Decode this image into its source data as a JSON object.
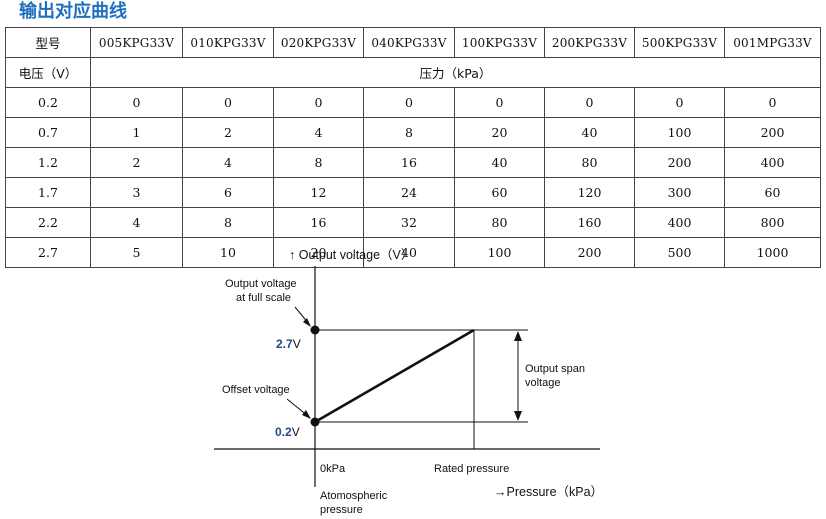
{
  "title": "输出对应曲线",
  "table": {
    "header_label": "型号",
    "models": [
      "005KPG33V",
      "010KPG33V",
      "020KPG33V",
      "040KPG33V",
      "100KPG33V",
      "200KPG33V",
      "500KPG33V",
      "001MPG33V"
    ],
    "voltage_label": "电压（V）",
    "pressure_label": "压力（kPa）",
    "rows": [
      {
        "v": "0.2",
        "p": [
          "0",
          "0",
          "0",
          "0",
          "0",
          "0",
          "0",
          "0"
        ]
      },
      {
        "v": "0.7",
        "p": [
          "1",
          "2",
          "4",
          "8",
          "20",
          "40",
          "100",
          "200"
        ]
      },
      {
        "v": "1.2",
        "p": [
          "2",
          "4",
          "8",
          "16",
          "40",
          "80",
          "200",
          "400"
        ]
      },
      {
        "v": "1.7",
        "p": [
          "3",
          "6",
          "12",
          "24",
          "60",
          "120",
          "300",
          "60"
        ]
      },
      {
        "v": "2.2",
        "p": [
          "4",
          "8",
          "16",
          "32",
          "80",
          "160",
          "400",
          "800"
        ]
      },
      {
        "v": "2.7",
        "p": [
          "5",
          "10",
          "20",
          "40",
          "100",
          "200",
          "500",
          "1000"
        ]
      }
    ]
  },
  "diagram": {
    "y_axis_label": "↑ Output voltage（V）",
    "x_axis_label": "→Pressure（kPa）",
    "full_scale_label_1": "Output voltage",
    "full_scale_label_2": "at full scale",
    "offset_label": "Offset voltage",
    "v_high_num": "2.7",
    "v_high_unit": "V",
    "v_low_num": "0.2",
    "v_low_unit": "V",
    "span_label_1": "Output span",
    "span_label_2": "voltage",
    "x_zero_label": "0kPa",
    "x_rated_label": "Rated pressure",
    "atm_label_1": "Atomospheric",
    "atm_label_2": "pressure"
  }
}
